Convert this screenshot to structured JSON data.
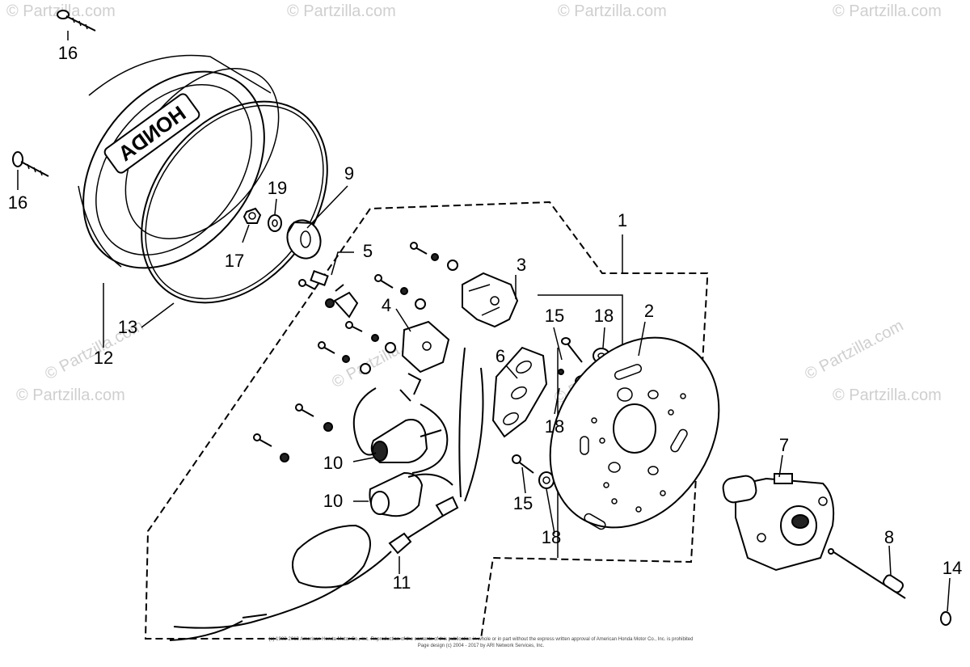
{
  "watermark": "© Partzilla.com",
  "callouts": [
    "1",
    "2",
    "3",
    "4",
    "5",
    "6",
    "7",
    "8",
    "9",
    "10",
    "10",
    "11",
    "12",
    "13",
    "14",
    "15",
    "15",
    "16",
    "16",
    "17",
    "18",
    "18",
    "18",
    "19"
  ],
  "cover_logo": "HONDA",
  "copyright_line_1": "(c) 1983-2013 American Honda Motor Co., Inc. Reproduction of the contents of this publication in whole or in part without the express written approval of American Honda Motor Co., Inc. is prohibited",
  "copyright_line_2": "Page design (c) 2004 - 2017 by ARI Network Services, Inc."
}
